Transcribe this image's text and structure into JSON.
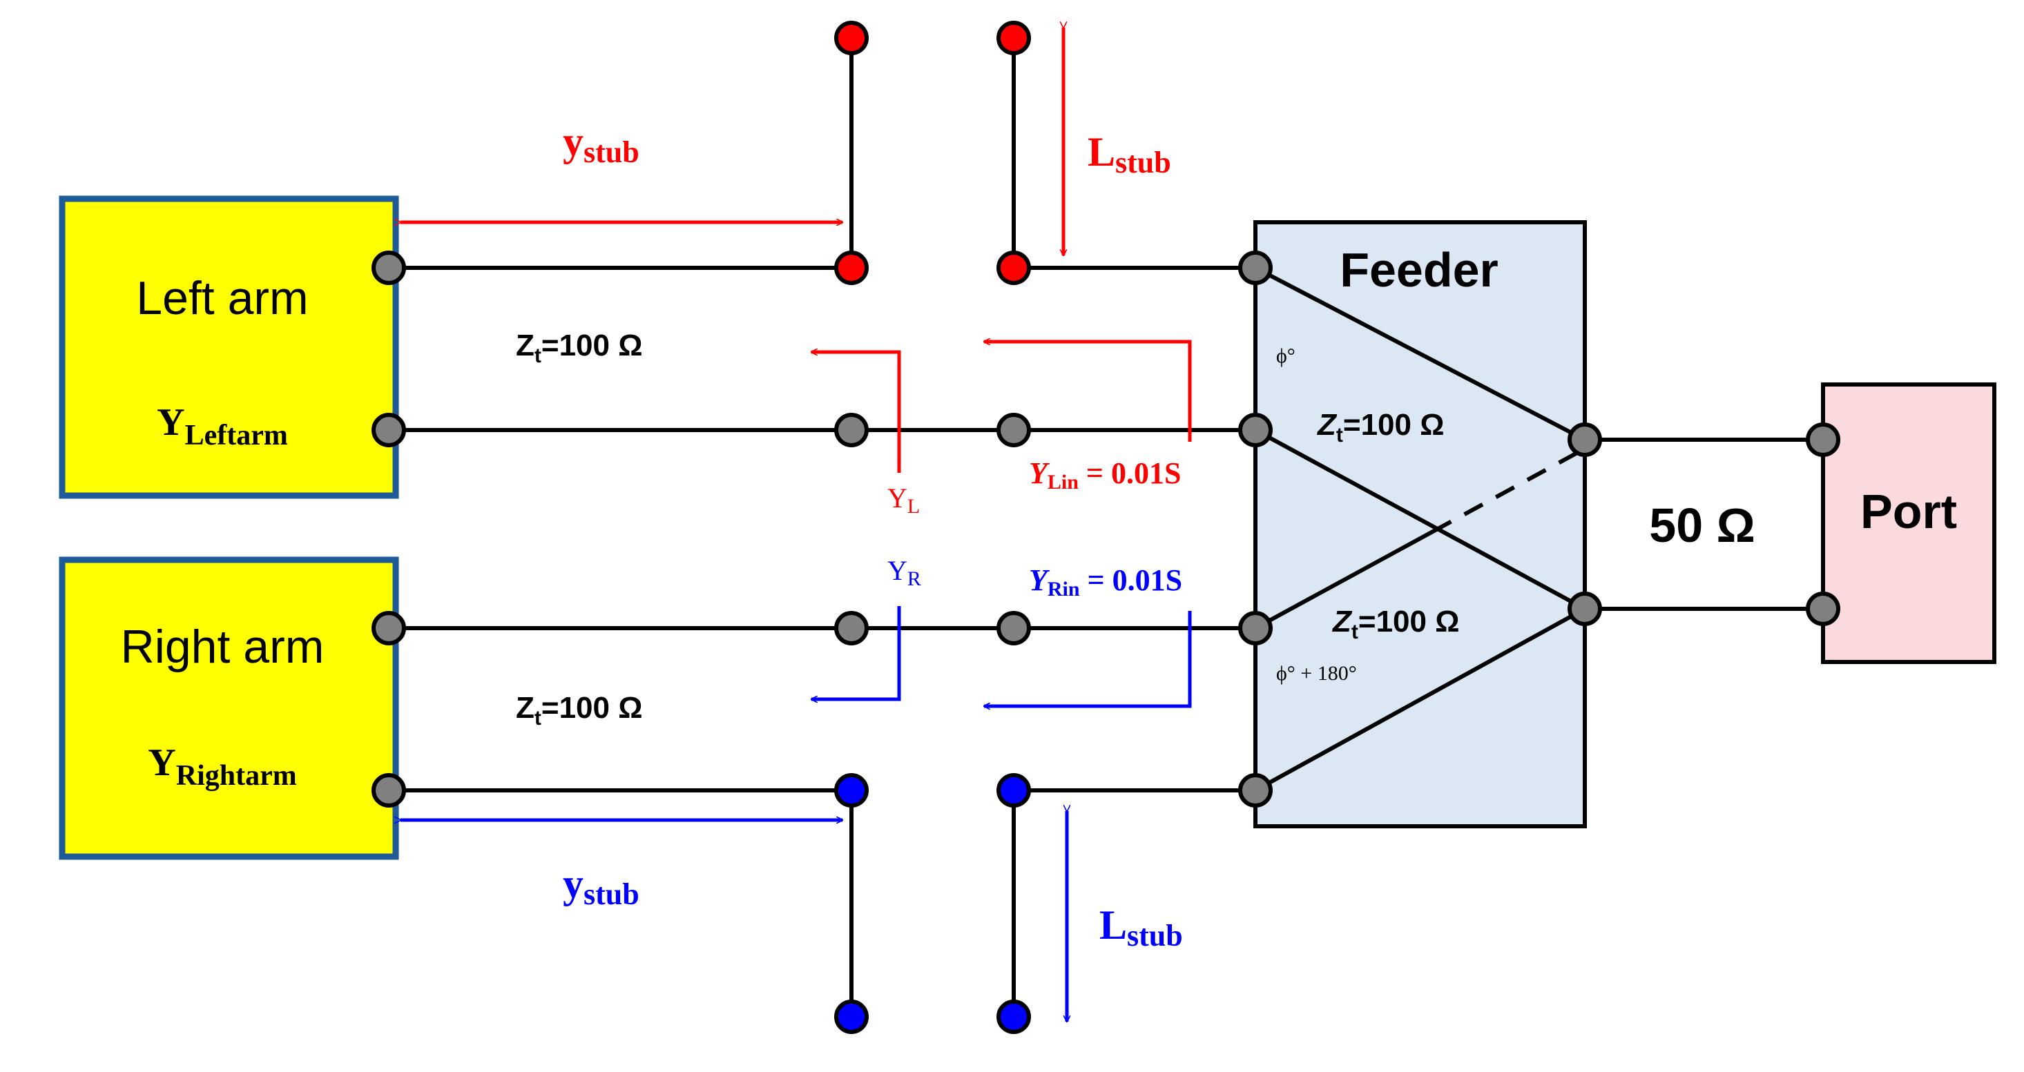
{
  "left_arm": {
    "title": "Left arm",
    "admittance_main": "Y",
    "admittance_sub": "Leftarm"
  },
  "right_arm": {
    "title": "Right arm",
    "admittance_main": "Y",
    "admittance_sub": "Rightarm"
  },
  "feeder": {
    "title": "Feeder",
    "phase_top": "ϕ°",
    "phase_bottom": "ϕ° + 180°",
    "z_top_main": "Z",
    "z_top_sub": "t",
    "z_top_value": "=100 Ω",
    "z_bottom_main": "Z",
    "z_bottom_sub": "t",
    "z_bottom_value": "=100 Ω"
  },
  "port": {
    "title": "Port",
    "impedance": "50 Ω"
  },
  "upper_line": {
    "z_main": "Z",
    "z_sub": "t",
    "z_value": "=100 Ω"
  },
  "lower_line": {
    "z_main": "Z",
    "z_sub": "t",
    "z_value": "=100 Ω"
  },
  "top_annotations": {
    "ystub_main": "y",
    "ystub_sub": "stub",
    "lstub_main": "L",
    "lstub_sub": "stub",
    "yl_main": "Y",
    "yl_sub": "L",
    "ylin_main": "Y",
    "ylin_sub": "Lin",
    "ylin_value": " = 0.01S"
  },
  "bottom_annotations": {
    "ystub_main": "y",
    "ystub_sub": "stub",
    "lstub_main": "L",
    "lstub_sub": "stub",
    "yr_main": "Y",
    "yr_sub": "R",
    "yrin_main": "Y",
    "yrin_sub": "Rin",
    "yrin_value": " = 0.01S"
  },
  "colors": {
    "arm_fill": "#ffff00",
    "arm_border": "#1f5a99",
    "feeder_fill": "#dbe7f3",
    "port_fill": "#fadadd",
    "node_gray": "#808080",
    "node_red": "#ff0000",
    "node_blue": "#0000ff",
    "annotation_red": "#ff0000",
    "annotation_blue": "#0000ff"
  }
}
